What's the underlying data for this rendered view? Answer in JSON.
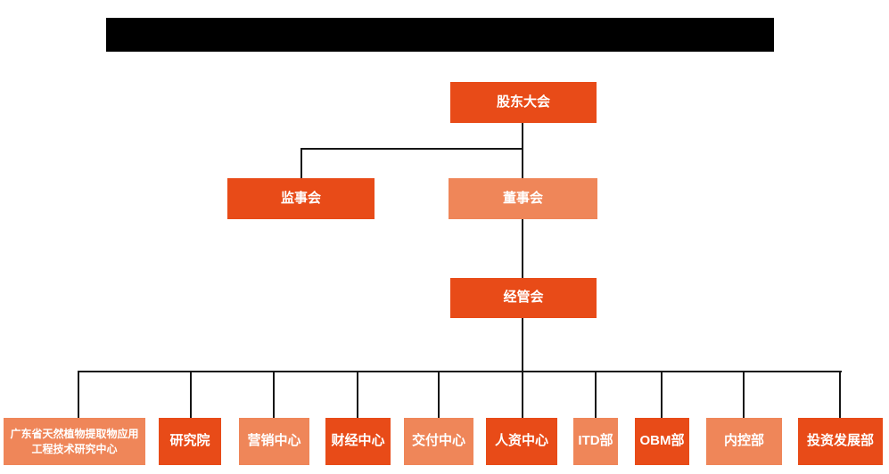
{
  "colors": {
    "primary": "#e84b18",
    "secondary": "#ef8659",
    "line": "#161616",
    "redaction": "#000000",
    "text": "#ffffff"
  },
  "org_chart": {
    "root": {
      "label": "股东大会"
    },
    "supervisory_board": {
      "label": "监事会"
    },
    "board_of_directors": {
      "label": "董事会"
    },
    "management_committee": {
      "label": "经管会"
    },
    "departments": [
      {
        "label": "广东省天然植物提取物应用工程技术研究中心"
      },
      {
        "label": "研究院"
      },
      {
        "label": "营销中心"
      },
      {
        "label": "财经中心"
      },
      {
        "label": "交付中心"
      },
      {
        "label": "人资中心"
      },
      {
        "label": "ITD部"
      },
      {
        "label": "OBM部"
      },
      {
        "label": "内控部"
      },
      {
        "label": "投资发展部"
      }
    ]
  }
}
